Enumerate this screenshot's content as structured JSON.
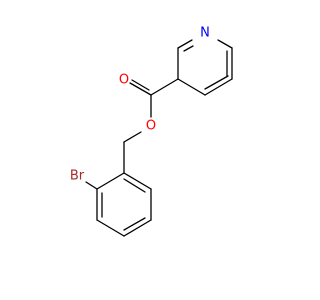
{
  "molecule": {
    "atoms": {
      "nitrogen": "N",
      "oxygen_carbonyl": "O",
      "oxygen_ester": "O",
      "bromine": "Br"
    },
    "colors": {
      "bond": "#000000",
      "nitrogen": "#0000ff",
      "oxygen": "#ff0000",
      "bromine": "#a52a2a"
    }
  }
}
